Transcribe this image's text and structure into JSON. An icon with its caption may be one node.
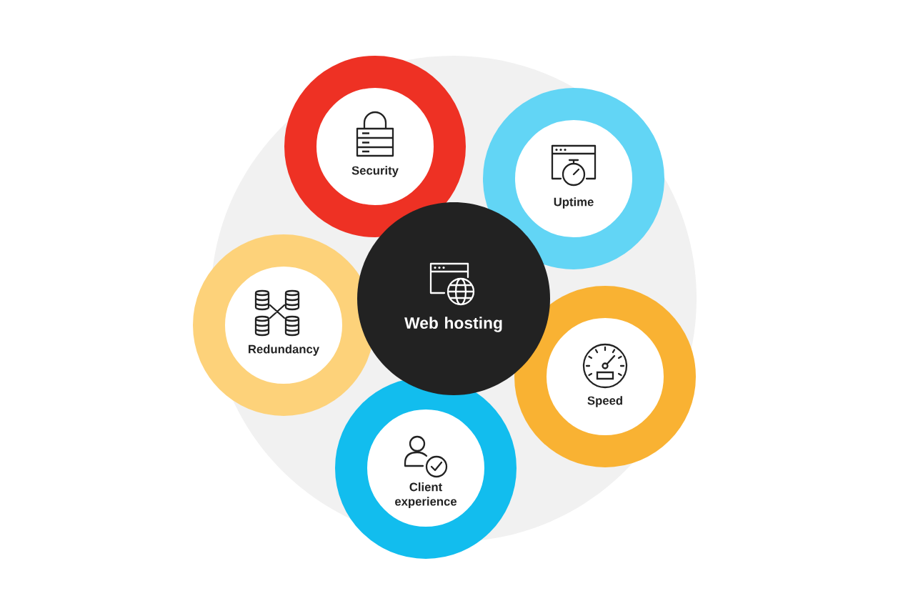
{
  "diagram": {
    "nodes": [
      {
        "text": [
          "Web hosting"
        ]
      },
      {
        "text": [
          "Security"
        ]
      },
      {
        "text": [
          "Uptime"
        ]
      },
      {
        "text": [
          "Speed"
        ]
      },
      {
        "text": [
          "Client experience"
        ]
      },
      {
        "text": [
          "Redundancy"
        ]
      }
    ]
  }
}
